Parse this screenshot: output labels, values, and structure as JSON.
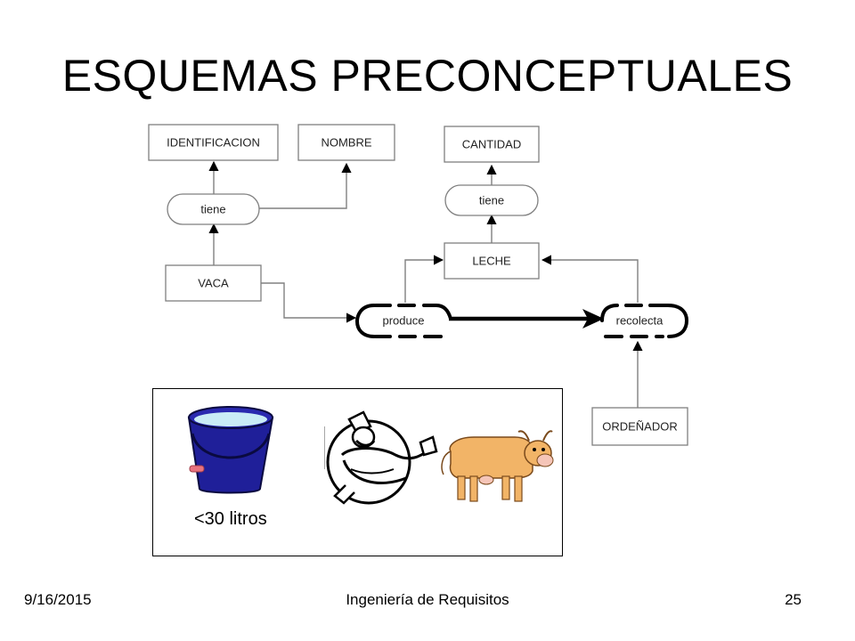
{
  "title": "ESQUEMAS PRECONCEPTUALES",
  "diagram": {
    "nodes": {
      "identificacion": "IDENTIFICACION",
      "nombre": "NOMBRE",
      "tiene_left": "tiene",
      "vaca": "VACA",
      "cantidad": "CANTIDAD",
      "tiene_right": "tiene",
      "leche": "LECHE",
      "produce": "produce",
      "recolecta": "recolecta",
      "ordenador": "ORDEÑADOR"
    },
    "colors": {
      "box_stroke": "#7f7f7f",
      "edge": "#808080",
      "dynamic": "#000000"
    }
  },
  "image_panel": {
    "caption": "<30 litros",
    "icons": [
      "bucket-icon",
      "milkman-icon",
      "cow-icon"
    ],
    "colors": {
      "bucket": "#1a1a8c",
      "cow": "#f2b467"
    }
  },
  "footer": {
    "date": "9/16/2015",
    "center": "Ingeniería de Requisitos",
    "page": "25"
  }
}
